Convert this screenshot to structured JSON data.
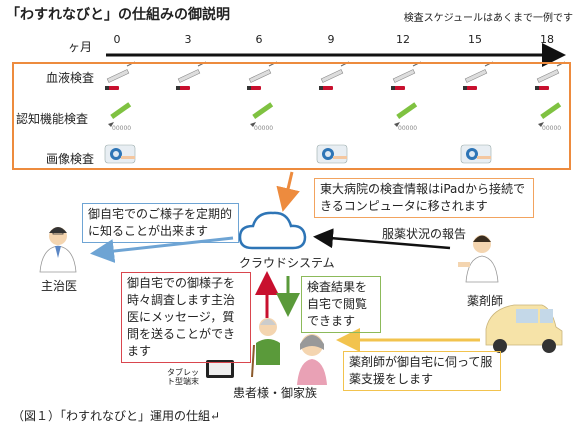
{
  "header": {
    "title": "「わすれなびと」の仕組みの御説明",
    "schedule_note": "検査スケジュールはあくまで一例です"
  },
  "timeline": {
    "axis_label": "ヶ月",
    "ticks": [
      "0",
      "3",
      "6",
      "9",
      "12",
      "15",
      "18"
    ]
  },
  "tests": {
    "blood": "血液検査",
    "cognitive": "認知機能検査",
    "imaging": "画像検査"
  },
  "boxes": {
    "hospital_info": "東大病院の検査情報はiPadから接続できるコンピュータに移されます",
    "regular_check": "御自宅でのご様子を定期的に知ることが出来ます",
    "medication_report": "服薬状況の報告",
    "home_survey": "御自宅での御様子を時々調査します主治医にメッセージ，質問を送ることができます",
    "results_view": "検査結果を自宅で閲覧できます",
    "pharmacist_support": "薬剤師が御自宅に伺って服薬支援をします"
  },
  "labels": {
    "cloud": "クラウドシステム",
    "doctor": "主治医",
    "pharmacist": "薬剤師",
    "patient": "患者様・御家族",
    "tablet": "タブレット型端末"
  },
  "colors": {
    "orange": "#ed8b3e",
    "blue": "#2e6db4",
    "red": "#c8102e",
    "green": "#5a9a3a",
    "yellow": "#f2c34e"
  },
  "caption": "（図１）「わすれなびと」運用の仕組↵"
}
